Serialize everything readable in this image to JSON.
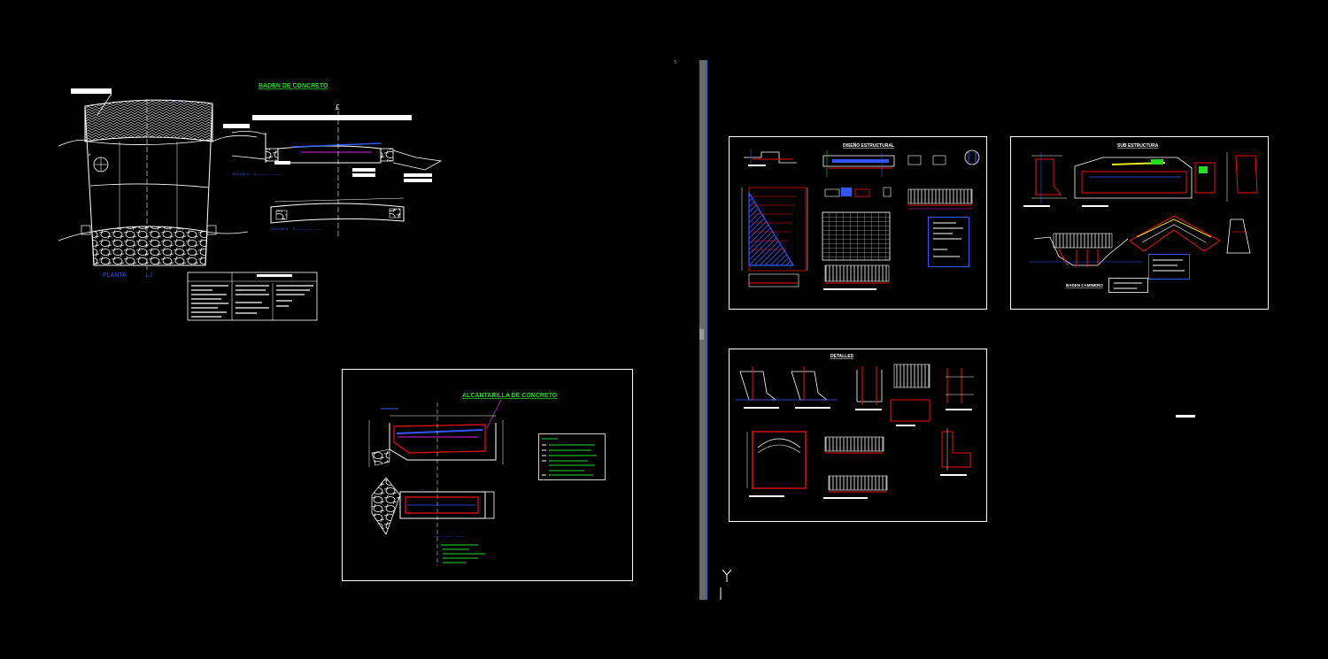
{
  "drawing": {
    "sheet1": {
      "title": "BADEN DE CONCRETO",
      "plan_label": "PLANTA",
      "plan_scale": "1:2",
      "centerline": "£"
    },
    "sheet2": {
      "title": "ALCANTARILLA DE CONCRETO"
    },
    "panel_structural": {
      "title": "DISEÑO ESTRUCTURAL"
    },
    "panel_subestructura": {
      "title": "SUB ESTRUCTURA",
      "bottom_label": "BADEN CAMINERO"
    },
    "panel_detalles": {
      "title": "DETALLES"
    },
    "viewport_tag": "S"
  },
  "colors": {
    "background": "#000000",
    "line": "#ffffff",
    "title": "#22dd22",
    "dim": "#3355ff",
    "section": "#ee1111",
    "magenta": "#dd22dd",
    "yellow": "#e8e822",
    "divider": "#2f63c9",
    "divider_gray": "#6a6a6a"
  },
  "icons": {
    "ucs": "ucs-y-axis-icon"
  }
}
